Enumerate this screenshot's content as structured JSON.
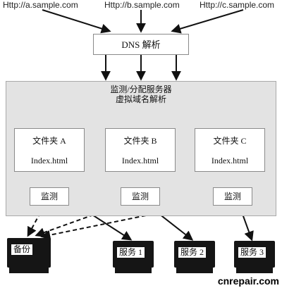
{
  "clients": [
    {
      "url": "Http://a.sample.com"
    },
    {
      "url": "Http://b.sample.com"
    },
    {
      "url": "Http://c.sample.com"
    }
  ],
  "dns": {
    "label": "DNS 解析"
  },
  "dispatcher": {
    "line1": "监测/分配服务器",
    "line2": "虚拟域名解析"
  },
  "folders": [
    {
      "name": "文件夹 A",
      "file": "Index.html"
    },
    {
      "name": "文件夹 B",
      "file": "Index.html"
    },
    {
      "name": "文件夹 C",
      "file": "Index.html"
    }
  ],
  "monitors": [
    {
      "label": "监测"
    },
    {
      "label": "监测"
    },
    {
      "label": "监测"
    }
  ],
  "servers": [
    {
      "label": "备份"
    },
    {
      "label": "服务 1"
    },
    {
      "label": "服务 2"
    },
    {
      "label": "服务 3"
    }
  ],
  "watermark": "cnrepair.com"
}
